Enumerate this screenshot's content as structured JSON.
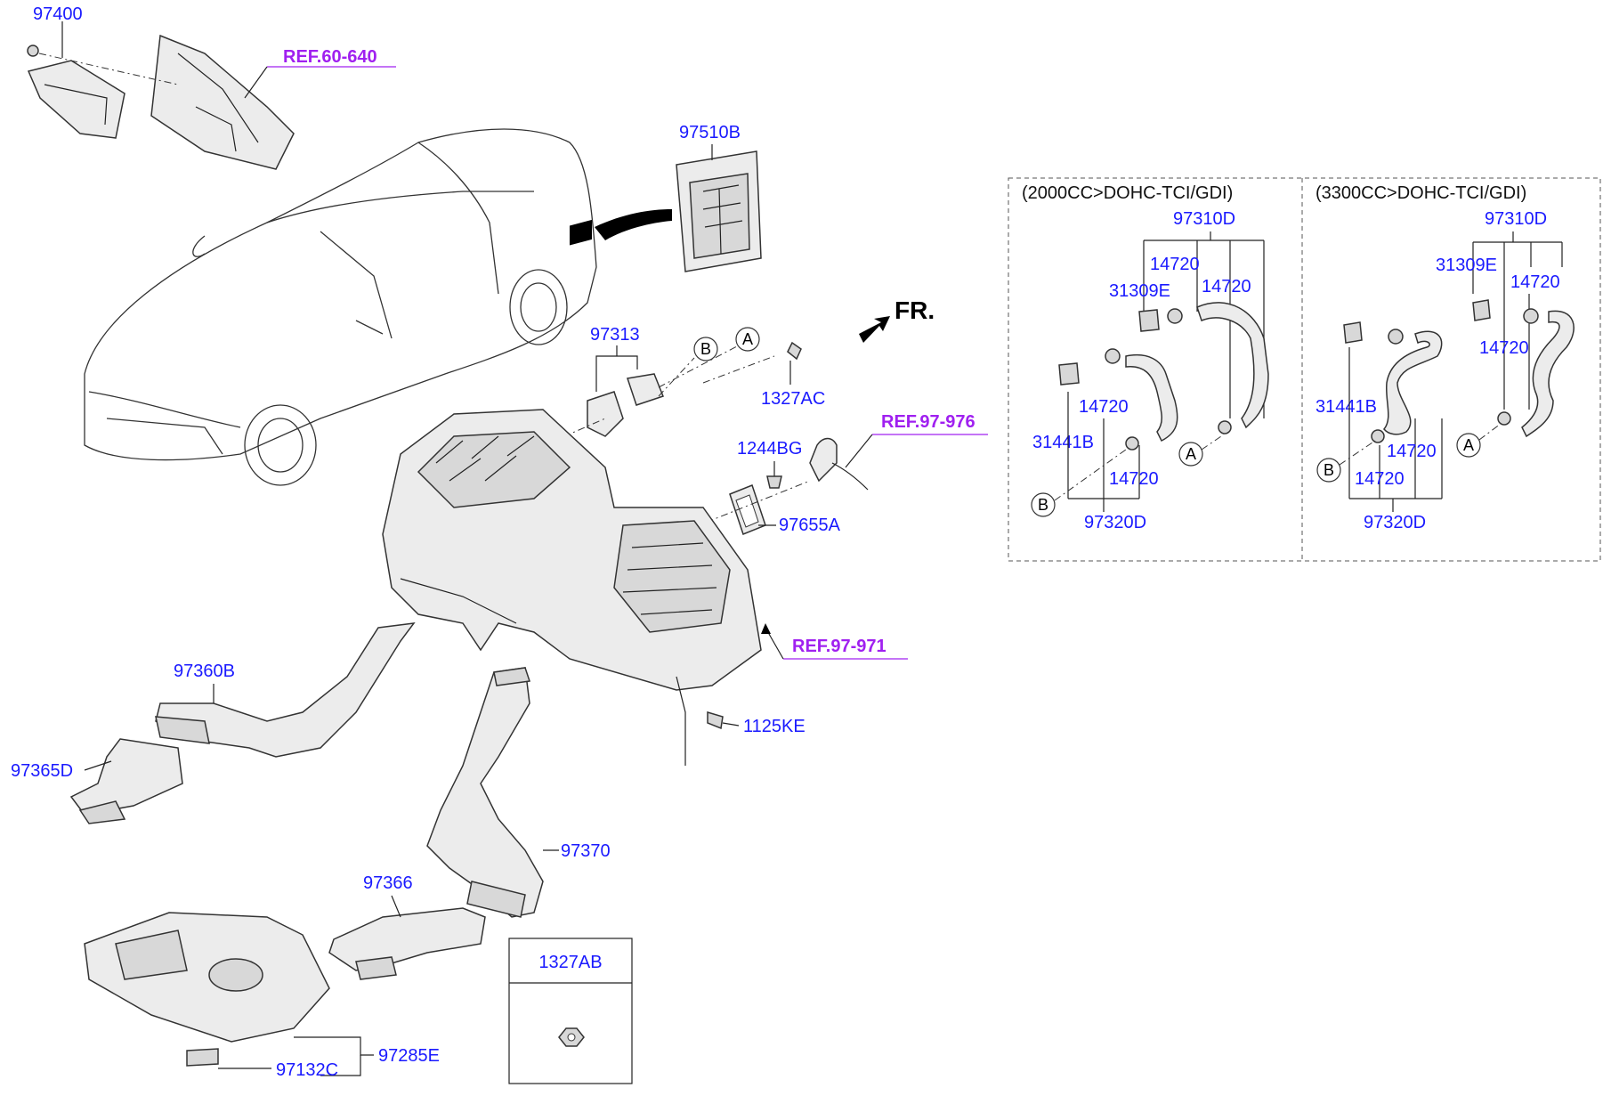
{
  "labels": {
    "p97400": "97400",
    "ref_60_640": "REF.60-640",
    "p97510B": "97510B",
    "fr": "FR.",
    "p97313": "97313",
    "p1327AC": "1327AC",
    "ref_97_976": "REF.97-976",
    "p1244BG": "1244BG",
    "p97655A": "97655A",
    "ref_97_971": "REF.97-971",
    "p97360B": "97360B",
    "p97365D": "97365D",
    "p1125KE": "1125KE",
    "p97370": "97370",
    "p97366": "97366",
    "p97285E": "97285E",
    "p97132C": "97132C",
    "p1327AB": "1327AB"
  },
  "circle_markers": {
    "a": "A",
    "b": "B"
  },
  "inset_2000": {
    "title": "(2000CC>DOHC-TCI/GDI)",
    "p97310D": "97310D",
    "p14720_a": "14720",
    "p14720_b": "14720",
    "p31309E": "31309E",
    "p14720_c": "14720",
    "p31441B": "31441B",
    "p14720_d": "14720",
    "p97320D": "97320D"
  },
  "inset_3300": {
    "title": "(3300CC>DOHC-TCI/GDI)",
    "p97310D": "97310D",
    "p31309E": "31309E",
    "p14720_a": "14720",
    "p14720_b": "14720",
    "p31441B": "31441B",
    "p14720_c": "14720",
    "p14720_d": "14720",
    "p97320D": "97320D"
  },
  "colors": {
    "label": "#1a1aff",
    "reference": "#a020f0",
    "line": "#222222"
  }
}
